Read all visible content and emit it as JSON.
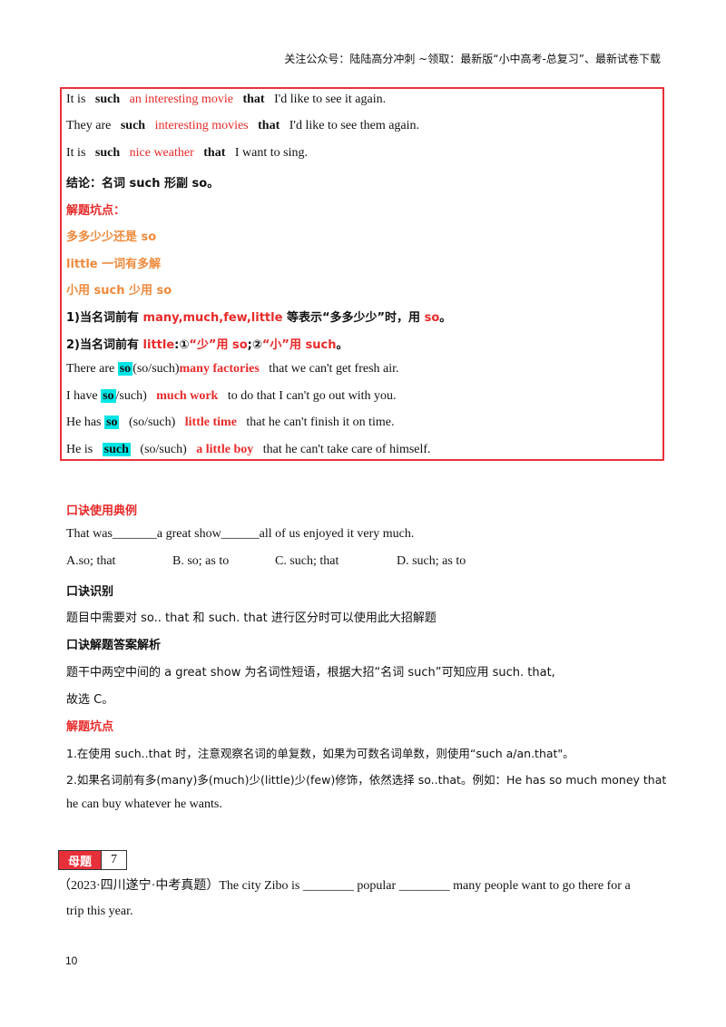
{
  "header": "关注公众号：陆陆高分冲刺 ~领取：最新版“小中高考-总复习”、最新试卷下载",
  "box": {
    "l1": {
      "a": "It is",
      "b": "such",
      "c": "an interesting movie",
      "d": "that",
      "e": "I'd like to see it again."
    },
    "l2": {
      "a": "They are",
      "b": "such",
      "c": "interesting movies",
      "d": "that",
      "e": "I'd like to see them again."
    },
    "l3": {
      "a": "It is",
      "b": "such",
      "c": "nice weather",
      "d": "that",
      "e": "I want to sing."
    },
    "conclusion": "结论：名词 such 形副 so。",
    "pit_title": "解题坑点：",
    "o1": "多多少少还是 so",
    "o2": "little 一词有多解",
    "o3": "小用 such 少用 so",
    "r1": {
      "a": "1)当名词前有",
      "b": "many,much,few,little",
      "c": "等表示“多多少少”时，用",
      "d": "so",
      "e": "。"
    },
    "r2": {
      "a": "2)当名词前有",
      "b": "little",
      "c": ":①",
      "d": "“少”用 so",
      "e": ";②",
      "f": "“小”用 such",
      "g": "。"
    },
    "e1": {
      "a": "There are",
      "b": "so",
      "c": "(so/such)",
      "d": "many factories",
      "e": "that we can't get fresh air."
    },
    "e2": {
      "a": "I have",
      "b": "so",
      "c": "/such)",
      "d": "much work",
      "e": "to do that I can't go out with you."
    },
    "e3": {
      "a": "He has",
      "b": "so",
      "c": "(so/such)",
      "d": "little time",
      "e": "that he can't finish it on time."
    },
    "e4": {
      "a": "He is",
      "b": "such",
      "c": "(so/such)",
      "d": "a  little boy",
      "e": "that he can't take care of himself."
    }
  },
  "example_title": "口诀使用典例",
  "question": "That was_______a great show______all of us enjoyed it very much.",
  "options": [
    "A.so; that",
    "B. so; as to",
    "C. such; that",
    "D. such; as to"
  ],
  "identify_title": "口诀识别",
  "identify_text": "题目中需要对 so.. that 和 such. that 进行区分时可以使用此大招解题",
  "analysis_title": "口诀解题答案解析",
  "analysis_1": "题干中两空中间的 a great show 为名词性短语，根据大招“名词 such”可知应用 such. that,",
  "analysis_2": "故选 C。",
  "pits_title": "解题坑点",
  "pit_1": "1.在使用 such..that 时，注意观察名词的单复数，如果为可数名词单数，则使用“such a/an.that\"。",
  "pit_2a": "2.如果名词前有多(many)多(much)少(little)少(few)修饰，依然选择 so..that。例如：He has so much money that",
  "pit_2b": "he can buy whatever he wants.",
  "tag": {
    "label": "母题",
    "num": "7"
  },
  "q7_1": "（2023·四川遂宁·中考真题）The city Zibo is ________ popular ________ many people want to go there for a",
  "q7_2": "trip this year.",
  "page_number": "10"
}
